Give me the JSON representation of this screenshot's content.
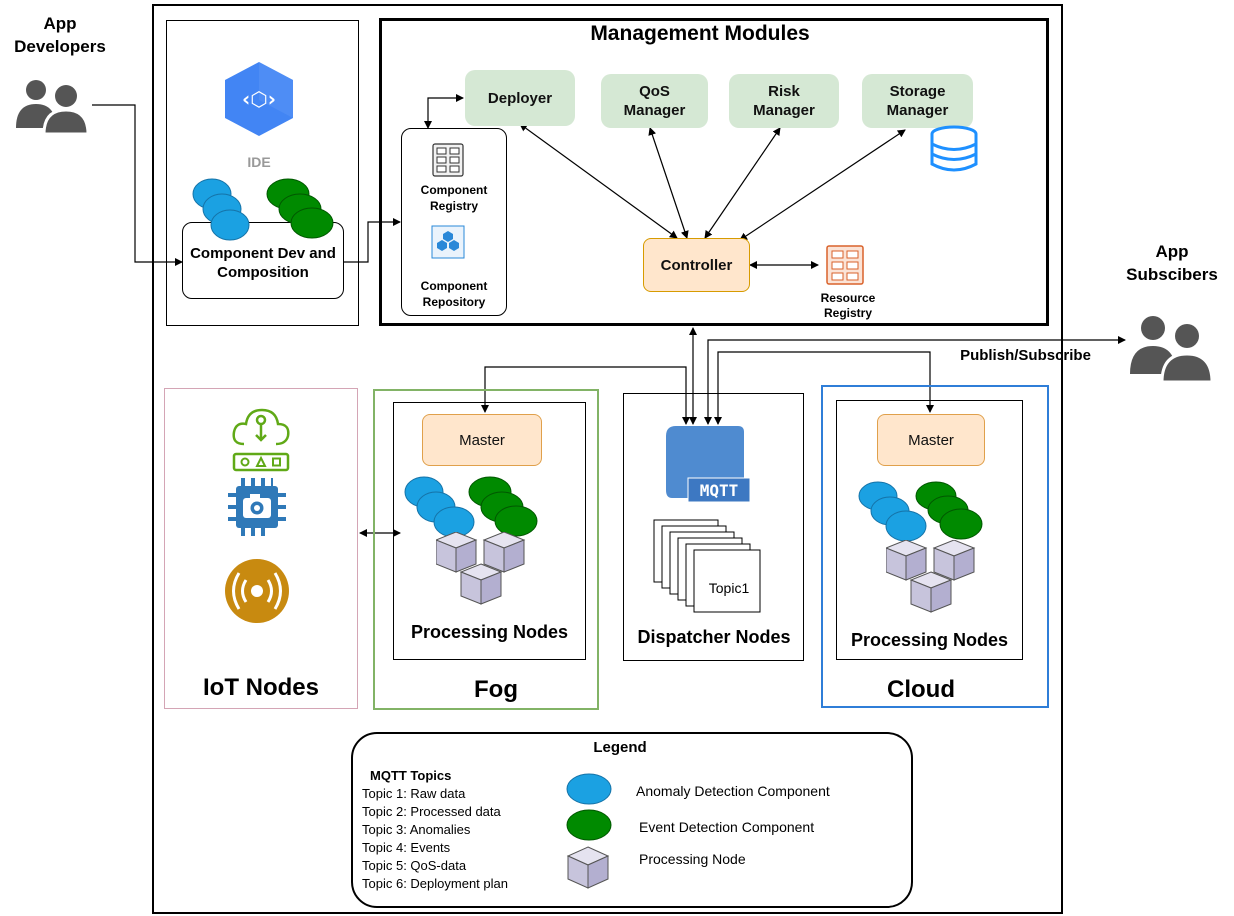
{
  "actors": {
    "developers": [
      "App",
      "Developers"
    ],
    "subscribers": [
      "App",
      "Subscibers"
    ]
  },
  "ide": {
    "label": "IDE"
  },
  "component_dev": {
    "label": [
      "Component Dev and",
      "Composition"
    ]
  },
  "management": {
    "title": "Management Modules",
    "modules": [
      {
        "label": [
          "Deployer"
        ]
      },
      {
        "label": [
          "QoS",
          "Manager"
        ]
      },
      {
        "label": [
          "Risk",
          "Manager"
        ]
      },
      {
        "label": [
          "Storage",
          "Manager"
        ]
      }
    ],
    "component_registry": [
      "Component",
      "Registry"
    ],
    "component_repository": [
      "Component",
      "Repository"
    ],
    "controller": "Controller",
    "resource_registry": [
      "Resource",
      "Registry"
    ]
  },
  "publish_subscribe": "Publish/Subscribe",
  "iot": {
    "title": "IoT Nodes"
  },
  "fog": {
    "title": "Fog",
    "master": "Master",
    "processing": "Processing Nodes"
  },
  "dispatcher": {
    "mqtt": "MQTT",
    "topic": "Topic1",
    "title": "Dispatcher Nodes"
  },
  "cloud": {
    "title": "Cloud",
    "master": "Master",
    "processing": "Processing Nodes"
  },
  "legend": {
    "title": "Legend",
    "topics_title": "MQTT Topics",
    "topics": [
      "Topic 1: Raw data",
      "Topic 2: Processed data",
      "Topic 3: Anomalies",
      "Topic 4: Events",
      "Topic 5: QoS-data",
      "Topic 6: Deployment plan"
    ],
    "items": [
      "Anomaly Detection Component",
      "Event Detection Component",
      "Processing Node"
    ]
  },
  "colors": {
    "anomaly": "#1ba1e2",
    "event": "#008a00",
    "module_fill": "#d5e8d4",
    "master_fill": "#ffe6cc",
    "fog_border": "#82b366",
    "cloud_border": "#2f7ed8",
    "iot_border": "#d4a5b5",
    "node_fill": "#d0cee2",
    "iot_icon": "#60a917",
    "iot_chip": "#2f79b8",
    "iot_antenna": "#c88a10",
    "repo_icon": "#2a88d8",
    "resource_icon": "#d9622b",
    "storage_icon": "#1e90ff",
    "mqtt_fill": "#4f8bd0"
  }
}
